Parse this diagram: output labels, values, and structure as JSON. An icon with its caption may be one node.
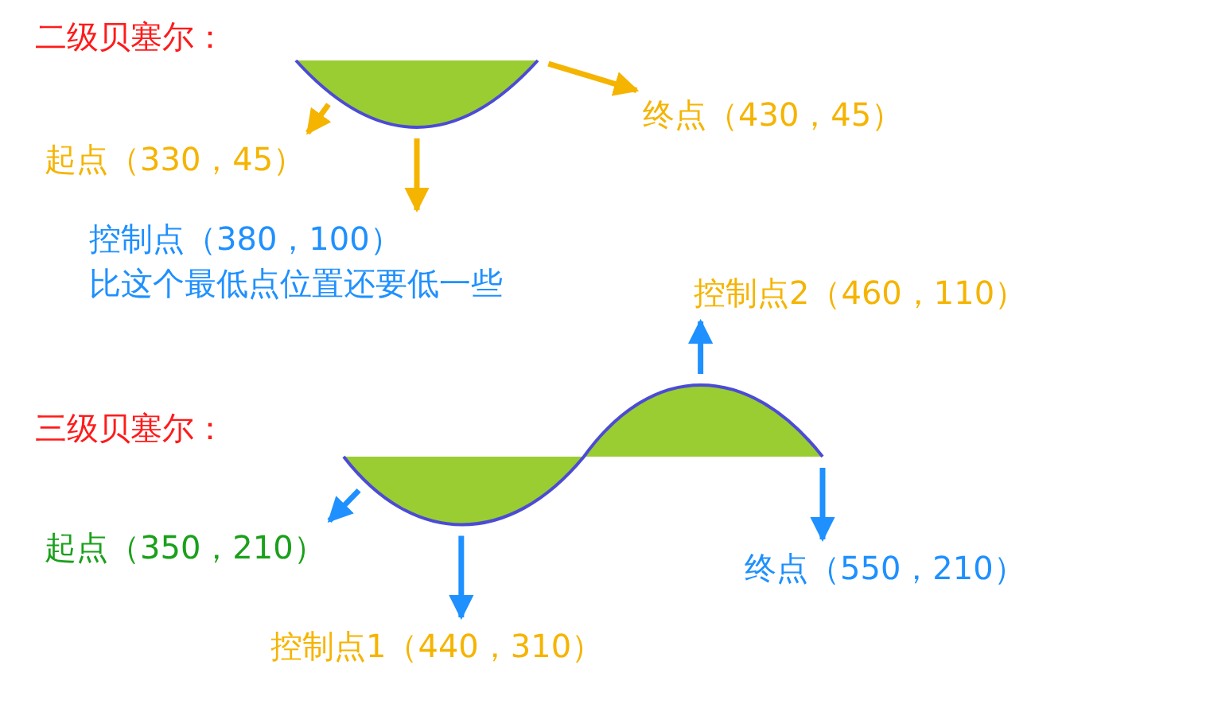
{
  "diagram": {
    "nodes": [
      {
        "text": [],
        "shape": "picture"
      },
      {
        "text": [
          "起点（330，45）"
        ]
      },
      {
        "text": [
          "终点（430，45）"
        ]
      },
      {
        "text": [
          "控制点（380，100）",
          "比这个最低点位置还要低一些"
        ]
      },
      {
        "text": [],
        "shape": "picture"
      },
      {
        "text": [
          "起点（350，210）"
        ]
      },
      {
        "text": [
          "控制点1（440，310）"
        ]
      },
      {
        "text": [
          "控制点2（460，110）"
        ]
      },
      {
        "text": [
          "终点（550，210）"
        ]
      }
    ],
    "edges": [
      {
        "from": 0,
        "to": 1,
        "arrow": "to",
        "color": "#f5b400"
      },
      {
        "from": 0,
        "to": 2,
        "arrow": "to",
        "color": "#f5b400"
      },
      {
        "from": 0,
        "to": 3,
        "arrow": "to",
        "color": "#f5b400"
      },
      {
        "from": 4,
        "to": 5,
        "arrow": "to"
      },
      {
        "from": 4,
        "to": 6,
        "arrow": "to"
      },
      {
        "from": 4,
        "to": 7,
        "arrow": "to"
      },
      {
        "from": 4,
        "to": 8,
        "arrow": "to"
      }
    ],
    "labels": [
      "二级贝塞尔：",
      "三级贝塞尔："
    ]
  }
}
